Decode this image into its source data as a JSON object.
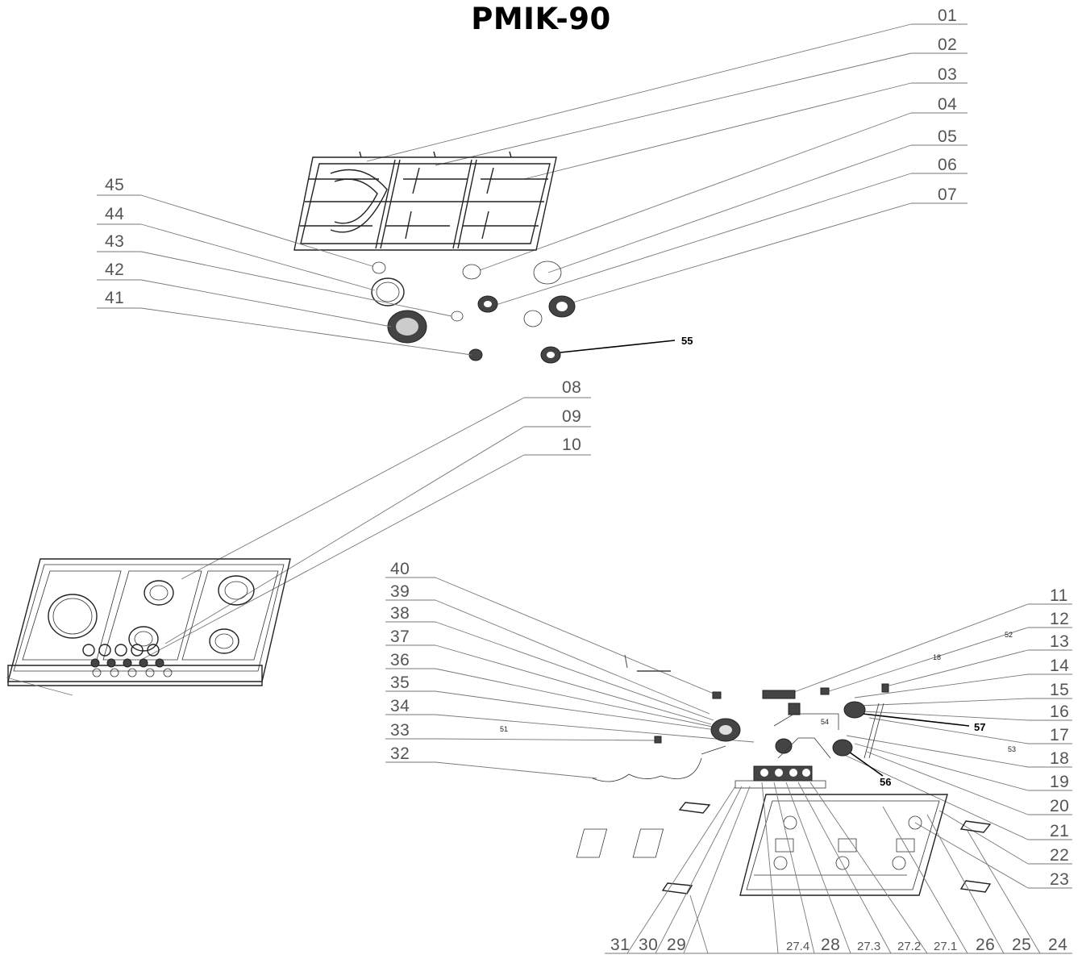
{
  "title": "PMIK-90",
  "callouts": {
    "c01": "01",
    "c02": "02",
    "c03": "03",
    "c04": "04",
    "c05": "05",
    "c06": "06",
    "c07": "07",
    "c08": "08",
    "c09": "09",
    "c10": "10",
    "c11": "11",
    "c12": "12",
    "c13": "13",
    "c14": "14",
    "c15": "15",
    "c16": "16",
    "c17": "17",
    "c18": "18",
    "c19": "19",
    "c20": "20",
    "c21": "21",
    "c22": "22",
    "c23": "23",
    "c24": "24",
    "c25": "25",
    "c26": "26",
    "c27_1": "27.1",
    "c27_2": "27.2",
    "c27_3": "27.3",
    "c27_4": "27.4",
    "c28": "28",
    "c29": "29",
    "c30": "30",
    "c31": "31",
    "c32": "32",
    "c33": "33",
    "c34": "34",
    "c35": "35",
    "c36": "36",
    "c37": "37",
    "c38": "38",
    "c39": "39",
    "c40": "40",
    "c41": "41",
    "c42": "42",
    "c43": "43",
    "c44": "44",
    "c45": "45"
  },
  "tags": {
    "t51": "51",
    "t52": "52",
    "t53": "53",
    "t54": "54",
    "t55": "55",
    "t56": "56",
    "t57": "57",
    "t18": "18"
  }
}
